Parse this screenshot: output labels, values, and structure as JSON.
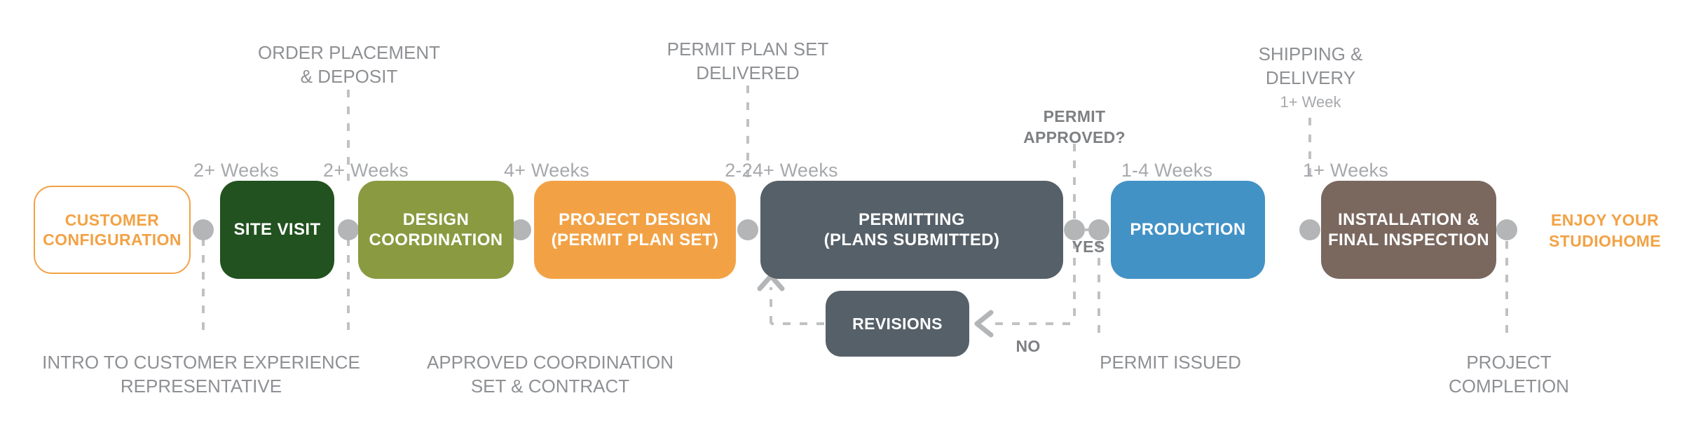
{
  "diagram": {
    "title": "StudioHome Project Process Timeline",
    "colors": {
      "accent_orange": "#F2A245",
      "site_visit_green": "#22521F",
      "design_olive": "#8A9A41",
      "project_orange": "#F2A245",
      "permitting_slate": "#566068",
      "production_blue": "#4292C6",
      "install_brown": "#7A685F",
      "connector_grey": "#B3B5B7",
      "caption_grey": "#8E9094",
      "duration_grey": "#A7A9AC"
    }
  },
  "stages": [
    {
      "id": "customer-configuration",
      "label": "CUSTOMER\nCONFIGURATION",
      "line1": "CUSTOMER",
      "line2": "CONFIGURATION",
      "duration": "",
      "style": "outline",
      "color": "#F2A245"
    },
    {
      "id": "site-visit",
      "label": "SITE VISIT",
      "line1": "SITE VISIT",
      "line2": "",
      "duration": "2+ Weeks",
      "style": "filled",
      "color": "#22521F"
    },
    {
      "id": "design-coordination",
      "label": "DESIGN COORDINATION",
      "line1": "DESIGN",
      "line2": "COORDINATION",
      "duration": "2+ Weeks",
      "style": "filled",
      "color": "#8A9A41"
    },
    {
      "id": "project-design",
      "label": "PROJECT DESIGN (PERMIT PLAN SET)",
      "line1": "PROJECT DESIGN",
      "line2": "(PERMIT PLAN SET)",
      "duration": "4+ Weeks",
      "style": "filled",
      "color": "#F2A245"
    },
    {
      "id": "permitting",
      "label": "PERMITTING (PLANS SUBMITTED)",
      "line1": "PERMITTING",
      "line2": "(PLANS SUBMITTED)",
      "duration": "2-24+ Weeks",
      "style": "filled",
      "color": "#566068"
    },
    {
      "id": "production",
      "label": "PRODUCTION",
      "line1": "PRODUCTION",
      "line2": "",
      "duration": "1-4 Weeks",
      "style": "filled",
      "color": "#4292C6"
    },
    {
      "id": "installation-final-inspection",
      "label": "INSTALLATION & FINAL INSPECTION",
      "line1": "INSTALLATION &",
      "line2": "FINAL INSPECTION",
      "duration": "1+ Weeks",
      "style": "filled",
      "color": "#7A685F"
    }
  ],
  "revisions_box": {
    "id": "revisions",
    "label": "REVISIONS",
    "color": "#566068"
  },
  "decision": {
    "question_line1": "PERMIT",
    "question_line2": "APPROVED?",
    "yes_label": "YES",
    "no_label": "NO"
  },
  "milestones_top": [
    {
      "id": "order-placement",
      "line1": "ORDER PLACEMENT",
      "line2": "& DEPOSIT"
    },
    {
      "id": "permit-plan-set-delivered",
      "line1": "PERMIT PLAN SET",
      "line2": "DELIVERED"
    },
    {
      "id": "shipping-delivery",
      "line1": "SHIPPING &",
      "line2": "DELIVERY",
      "sub": "1+ Week"
    }
  ],
  "milestones_bottom": [
    {
      "id": "intro-customer-experience",
      "line1": "INTRO TO CUSTOMER EXPERIENCE",
      "line2": "REPRESENTATIVE"
    },
    {
      "id": "approved-coordination-set",
      "line1": "APPROVED COORDINATION",
      "line2": "SET & CONTRACT"
    },
    {
      "id": "permit-issued",
      "line1": "PERMIT ISSUED",
      "line2": ""
    },
    {
      "id": "project-completion",
      "line1": "PROJECT",
      "line2": "COMPLETION"
    }
  ],
  "end_marker": {
    "id": "enjoy-your-studiohome",
    "line1": "ENJOY YOUR",
    "line2": "STUDIOHOME"
  }
}
